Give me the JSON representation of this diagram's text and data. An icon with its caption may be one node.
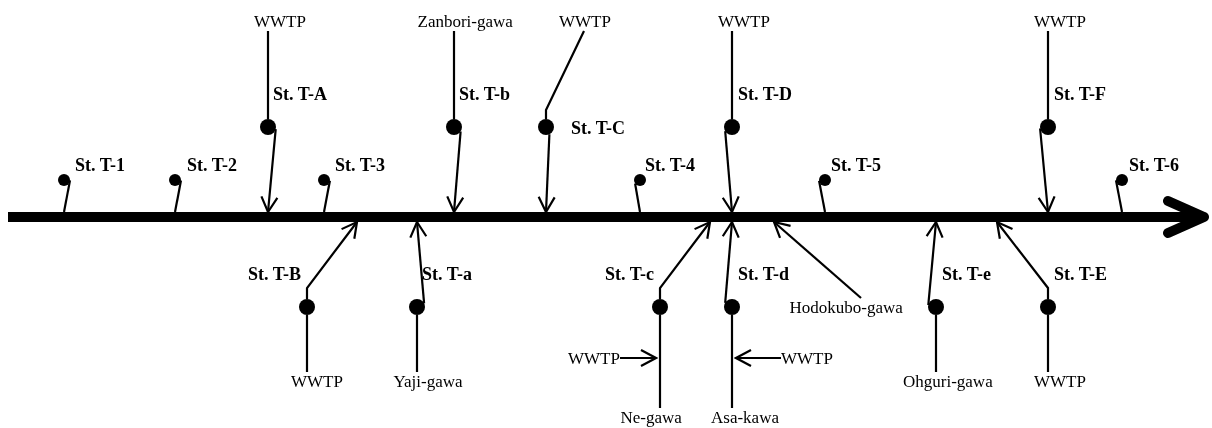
{
  "diagram": {
    "nodes": [
      {
        "text": [],
        "shape": "bar"
      },
      {
        "text": [
          "WWTP"
        ]
      },
      {
        "text": [
          "Zanbori-gawa"
        ]
      },
      {
        "text": [
          "WWTP"
        ]
      },
      {
        "text": [
          "WWTP"
        ]
      },
      {
        "text": [
          "WWTP"
        ]
      },
      {
        "text": [],
        "shape": "circle",
        "beside": [
          "St. T-A"
        ]
      },
      {
        "text": [],
        "shape": "circle",
        "beside": [
          "St. T-b"
        ]
      },
      {
        "text": [],
        "shape": "circle",
        "beside": [
          "St. T-C"
        ]
      },
      {
        "text": [],
        "shape": "circle",
        "beside": [
          "St. T-D"
        ]
      },
      {
        "text": [],
        "shape": "circle",
        "beside": [
          "St. T-F"
        ]
      },
      {
        "text": [],
        "shape": "circle",
        "beside": [
          "St. T-1"
        ]
      },
      {
        "text": [],
        "shape": "circle",
        "beside": [
          "St. T-2"
        ]
      },
      {
        "text": [],
        "shape": "circle",
        "beside": [
          "St. T-3"
        ]
      },
      {
        "text": [],
        "shape": "circle",
        "beside": [
          "St. T-4"
        ]
      },
      {
        "text": [],
        "shape": "circle",
        "beside": [
          "St. T-5"
        ]
      },
      {
        "text": [],
        "shape": "circle",
        "beside": [
          "St. T-6"
        ]
      },
      {
        "text": [],
        "shape": "circle",
        "beside": [
          "St. T-B"
        ]
      },
      {
        "text": [],
        "shape": "circle",
        "beside": [
          "St. T-a"
        ]
      },
      {
        "text": [],
        "shape": "circle",
        "beside": [
          "St. T-c"
        ]
      },
      {
        "text": [],
        "shape": "circle",
        "beside": [
          "St. T-d"
        ]
      },
      {
        "text": [
          "Hodokubo-gawa"
        ]
      },
      {
        "text": [],
        "shape": "circle",
        "beside": [
          "St. T-e"
        ]
      },
      {
        "text": [],
        "shape": "circle",
        "beside": [
          "St. T-E"
        ]
      },
      {
        "text": [
          "WWTP"
        ]
      },
      {
        "text": [
          "Yaji-gawa"
        ]
      },
      {
        "text": [
          "WWTP"
        ]
      },
      {
        "text": [
          "WWTP"
        ]
      },
      {
        "text": [
          "Ohguri-gawa"
        ]
      },
      {
        "text": [
          "WWTP"
        ]
      },
      {
        "text": [
          "Ne-gawa"
        ]
      },
      {
        "text": [
          "Asa-kawa"
        ]
      }
    ],
    "edges": [
      {
        "from": 1,
        "to": 6,
        "arrow": "none"
      },
      {
        "from": 6,
        "to": 0,
        "arrow": "to"
      },
      {
        "from": 2,
        "to": 7,
        "arrow": "none"
      },
      {
        "from": 7,
        "to": 0,
        "arrow": "to"
      },
      {
        "from": 3,
        "to": 8,
        "arrow": "none"
      },
      {
        "from": 8,
        "to": 0,
        "arrow": "to"
      },
      {
        "from": 4,
        "to": 9,
        "arrow": "none"
      },
      {
        "from": 9,
        "to": 0,
        "arrow": "to"
      },
      {
        "from": 5,
        "to": 10,
        "arrow": "none"
      },
      {
        "from": 10,
        "to": 0,
        "arrow": "to"
      },
      {
        "from": 11,
        "to": 0,
        "arrow": "none"
      },
      {
        "from": 12,
        "to": 0,
        "arrow": "none"
      },
      {
        "from": 13,
        "to": 0,
        "arrow": "none"
      },
      {
        "from": 14,
        "to": 0,
        "arrow": "none"
      },
      {
        "from": 15,
        "to": 0,
        "arrow": "none"
      },
      {
        "from": 16,
        "to": 0,
        "arrow": "none"
      },
      {
        "from": 24,
        "to": 17,
        "arrow": "none"
      },
      {
        "from": 17,
        "to": 0,
        "arrow": "to"
      },
      {
        "from": 25,
        "to": 18,
        "arrow": "none"
      },
      {
        "from": 18,
        "to": 0,
        "arrow": "to"
      },
      {
        "from": 30,
        "to": 19,
        "arrow": "none"
      },
      {
        "from": 19,
        "to": 0,
        "arrow": "to"
      },
      {
        "from": 26,
        "to": null,
        "arrow": "to"
      },
      {
        "from": 31,
        "to": 20,
        "arrow": "none"
      },
      {
        "from": 20,
        "to": 0,
        "arrow": "to"
      },
      {
        "from": 27,
        "to": null,
        "arrow": "to"
      },
      {
        "from": 21,
        "to": 0,
        "arrow": "to"
      },
      {
        "from": 28,
        "to": 22,
        "arrow": "none"
      },
      {
        "from": 22,
        "to": 0,
        "arrow": "to"
      },
      {
        "from": 29,
        "to": 23,
        "arrow": "none"
      },
      {
        "from": 23,
        "to": 0,
        "arrow": "to"
      }
    ]
  }
}
